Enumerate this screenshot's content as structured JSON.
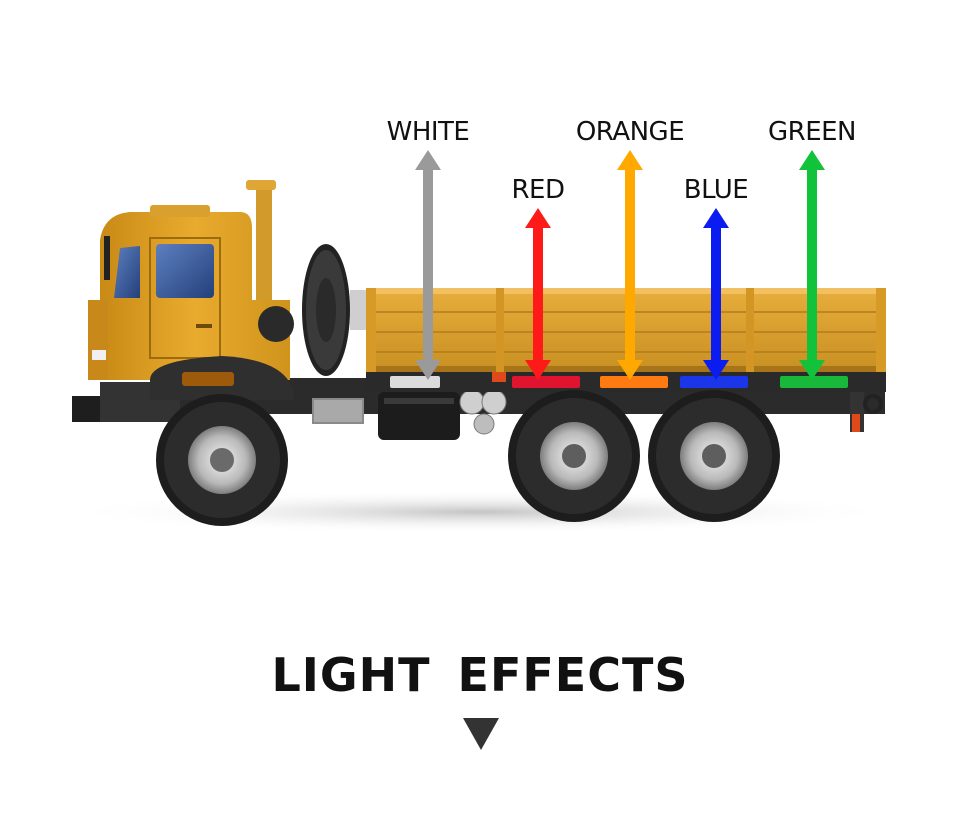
{
  "lights": [
    {
      "label": "WHITE",
      "color": "#9a9a9a",
      "strip": "#dcdcdc"
    },
    {
      "label": "RED",
      "color": "#ff1a1a",
      "strip": "#e0142e"
    },
    {
      "label": "ORANGE",
      "color": "#ffa800",
      "strip": "#ff7a10"
    },
    {
      "label": "BLUE",
      "color": "#0a1cf0",
      "strip": "#1a36e8"
    },
    {
      "label": "GREEN",
      "color": "#12c23a",
      "strip": "#18b83a"
    }
  ],
  "footer": {
    "title": "LIGHT EFFECTS",
    "arrow_icon": "chevron-down-icon"
  },
  "colors": {
    "truck_body": "#e5a52a",
    "chassis": "#2b2b2b"
  }
}
